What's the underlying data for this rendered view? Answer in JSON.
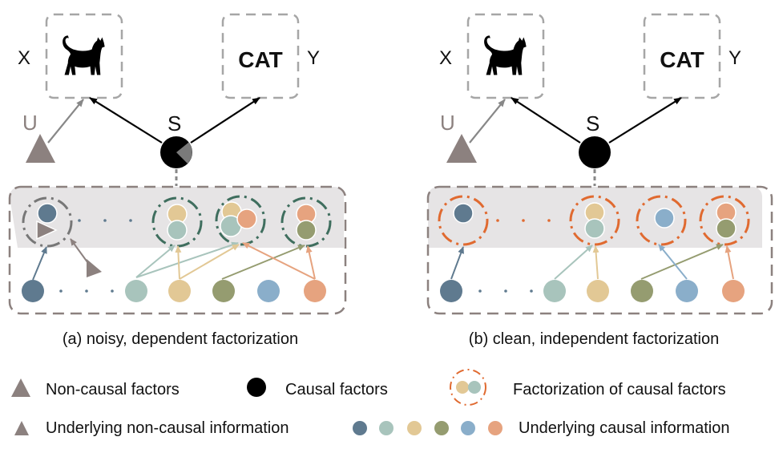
{
  "colors": {
    "slate": "#5f7a8f",
    "sage": "#a8c4bc",
    "sand": "#e2c895",
    "olive": "#959c70",
    "sky": "#8aaeca",
    "salmon": "#e6a37f",
    "noncausal": "#8c817f",
    "panel_bg": "#e6e4e5",
    "panel_border": "#8c817f",
    "green_ring": "#3f6e5e",
    "orange_ring": "#e06a30",
    "box_border": "#a6a6a6"
  },
  "panels": [
    {
      "id": "a",
      "x_label": "X",
      "y_label": "Y",
      "y_box_text": "CAT",
      "u_label": "U",
      "s_label": "S",
      "caption": "(a) noisy, dependent factorization",
      "s_mixed": true,
      "ring_color": "green"
    },
    {
      "id": "b",
      "x_label": "X",
      "y_label": "Y",
      "y_box_text": "CAT",
      "u_label": "U",
      "s_label": "S",
      "caption": "(b) clean, independent factorization",
      "s_mixed": false,
      "ring_color": "orange"
    }
  ],
  "legend": {
    "noncausal_factors": "Non-causal factors",
    "causal_factors": "Causal factors",
    "factorization": "Factorization of causal factors",
    "underlying_noncausal": "Underlying non-causal information",
    "underlying_causal": "Underlying causal information"
  }
}
